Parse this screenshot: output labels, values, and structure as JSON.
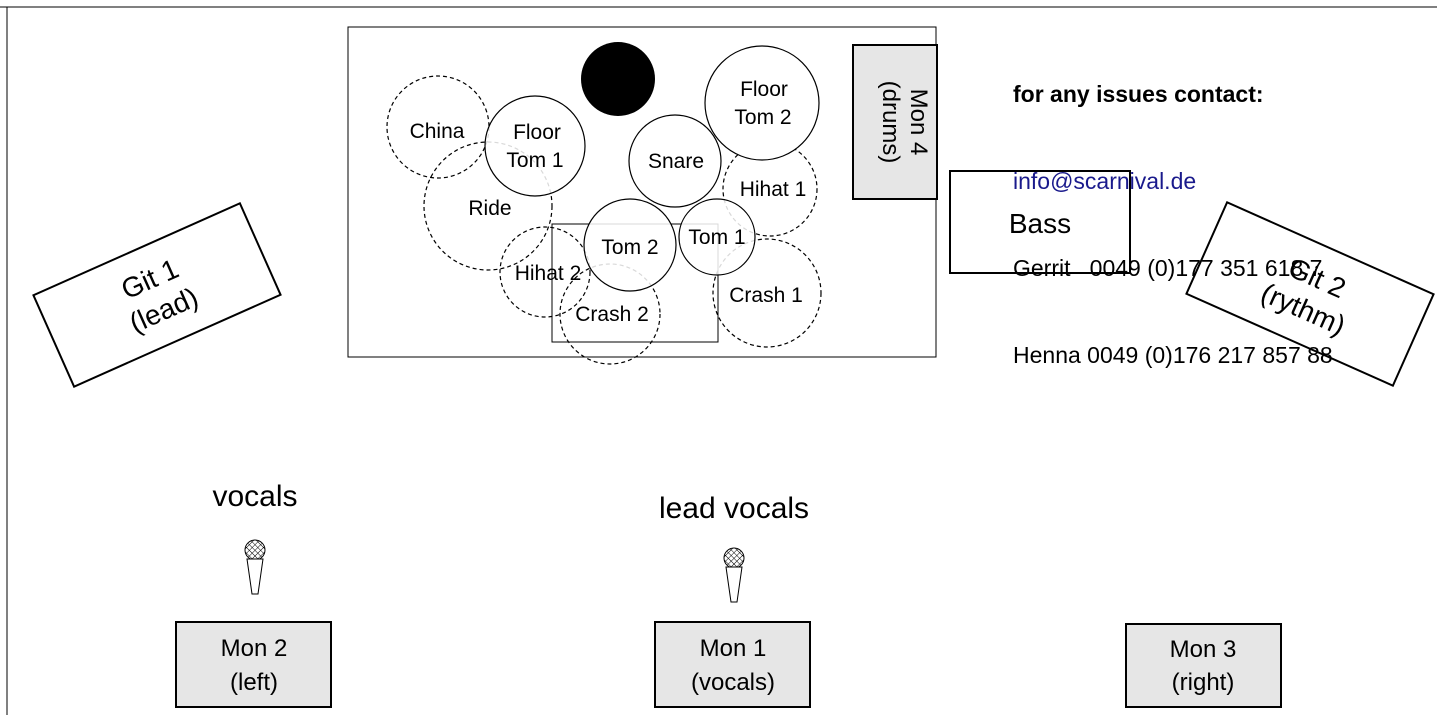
{
  "contact": {
    "heading": "for any issues contact:",
    "email": "info@scarnival.de",
    "lines": [
      "Gerrit   0049 (0)177 351 618 7",
      "Henna 0049 (0)176 217 857 88"
    ]
  },
  "drums": {
    "china": "China",
    "floor_tom_1": [
      "Floor",
      "Tom 1"
    ],
    "floor_tom_2": [
      "Floor",
      "Tom 2"
    ],
    "snare": "Snare",
    "ride": "Ride",
    "hihat_1": "Hihat 1",
    "hihat_2": "Hihat 2",
    "tom_1": "Tom 1",
    "tom_2": "Tom 2",
    "crash_1": "Crash 1",
    "crash_2": "Crash 2"
  },
  "monitors": {
    "mon4": [
      "Mon 4",
      "(drums)"
    ],
    "mon1": [
      "Mon 1",
      "(vocals)"
    ],
    "mon2": [
      "Mon 2",
      "(left)"
    ],
    "mon3": [
      "Mon 3",
      "(right)"
    ]
  },
  "amps": {
    "bass": "Bass",
    "git1": [
      "Git 1",
      "(lead)"
    ],
    "git2": [
      "Git 2",
      "(rythm)"
    ]
  },
  "vocals": {
    "left": "vocals",
    "lead": "lead vocals"
  },
  "colors": {
    "monitor_fill": "#e6e6e6",
    "email": "#1a1a8c",
    "kick": "#000000"
  },
  "icons": [
    "microphone-icon"
  ]
}
